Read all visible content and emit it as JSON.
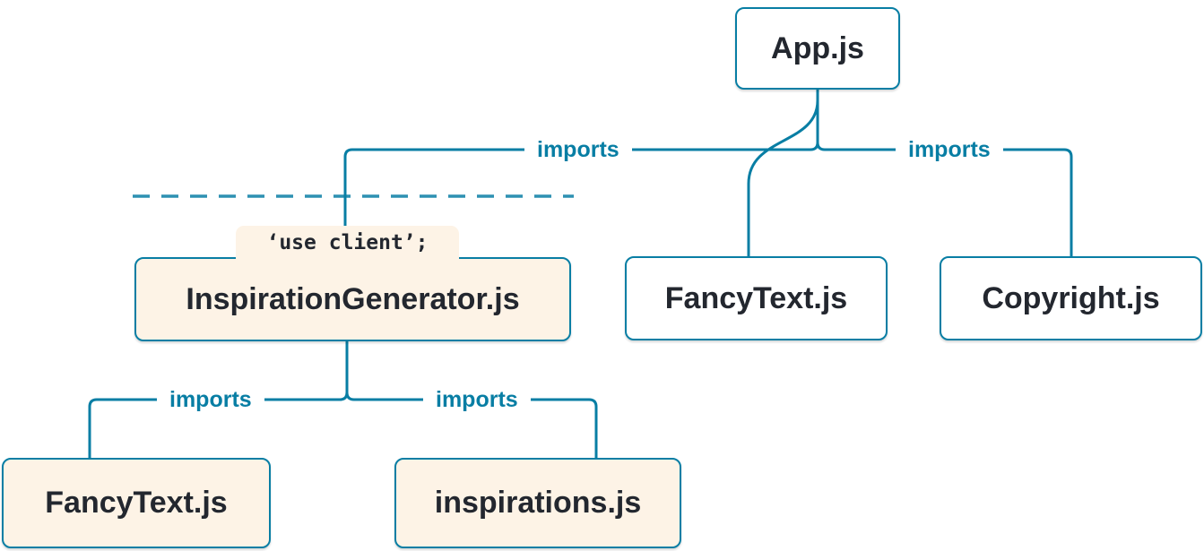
{
  "colors": {
    "line": "#087EA4",
    "text": "#23272F",
    "client_bg": "#FDF3E6",
    "server_bg": "#FFFFFF",
    "background": "#FFFFFF"
  },
  "nodes": {
    "app": {
      "label": "App.js",
      "type": "server"
    },
    "inspiration_generator": {
      "label": "InspirationGenerator.js",
      "type": "client",
      "directive": "‘use client’;"
    },
    "fancy_text_top": {
      "label": "FancyText.js",
      "type": "server"
    },
    "copyright": {
      "label": "Copyright.js",
      "type": "server"
    },
    "fancy_text_bottom": {
      "label": "FancyText.js",
      "type": "client"
    },
    "inspirations": {
      "label": "inspirations.js",
      "type": "client"
    }
  },
  "edges": {
    "app_inspiration_generator": {
      "label": "imports"
    },
    "app_copyright": {
      "label": "imports"
    },
    "inspiration_fancy_text": {
      "label": "imports"
    },
    "inspiration_inspirations": {
      "label": "imports"
    }
  }
}
